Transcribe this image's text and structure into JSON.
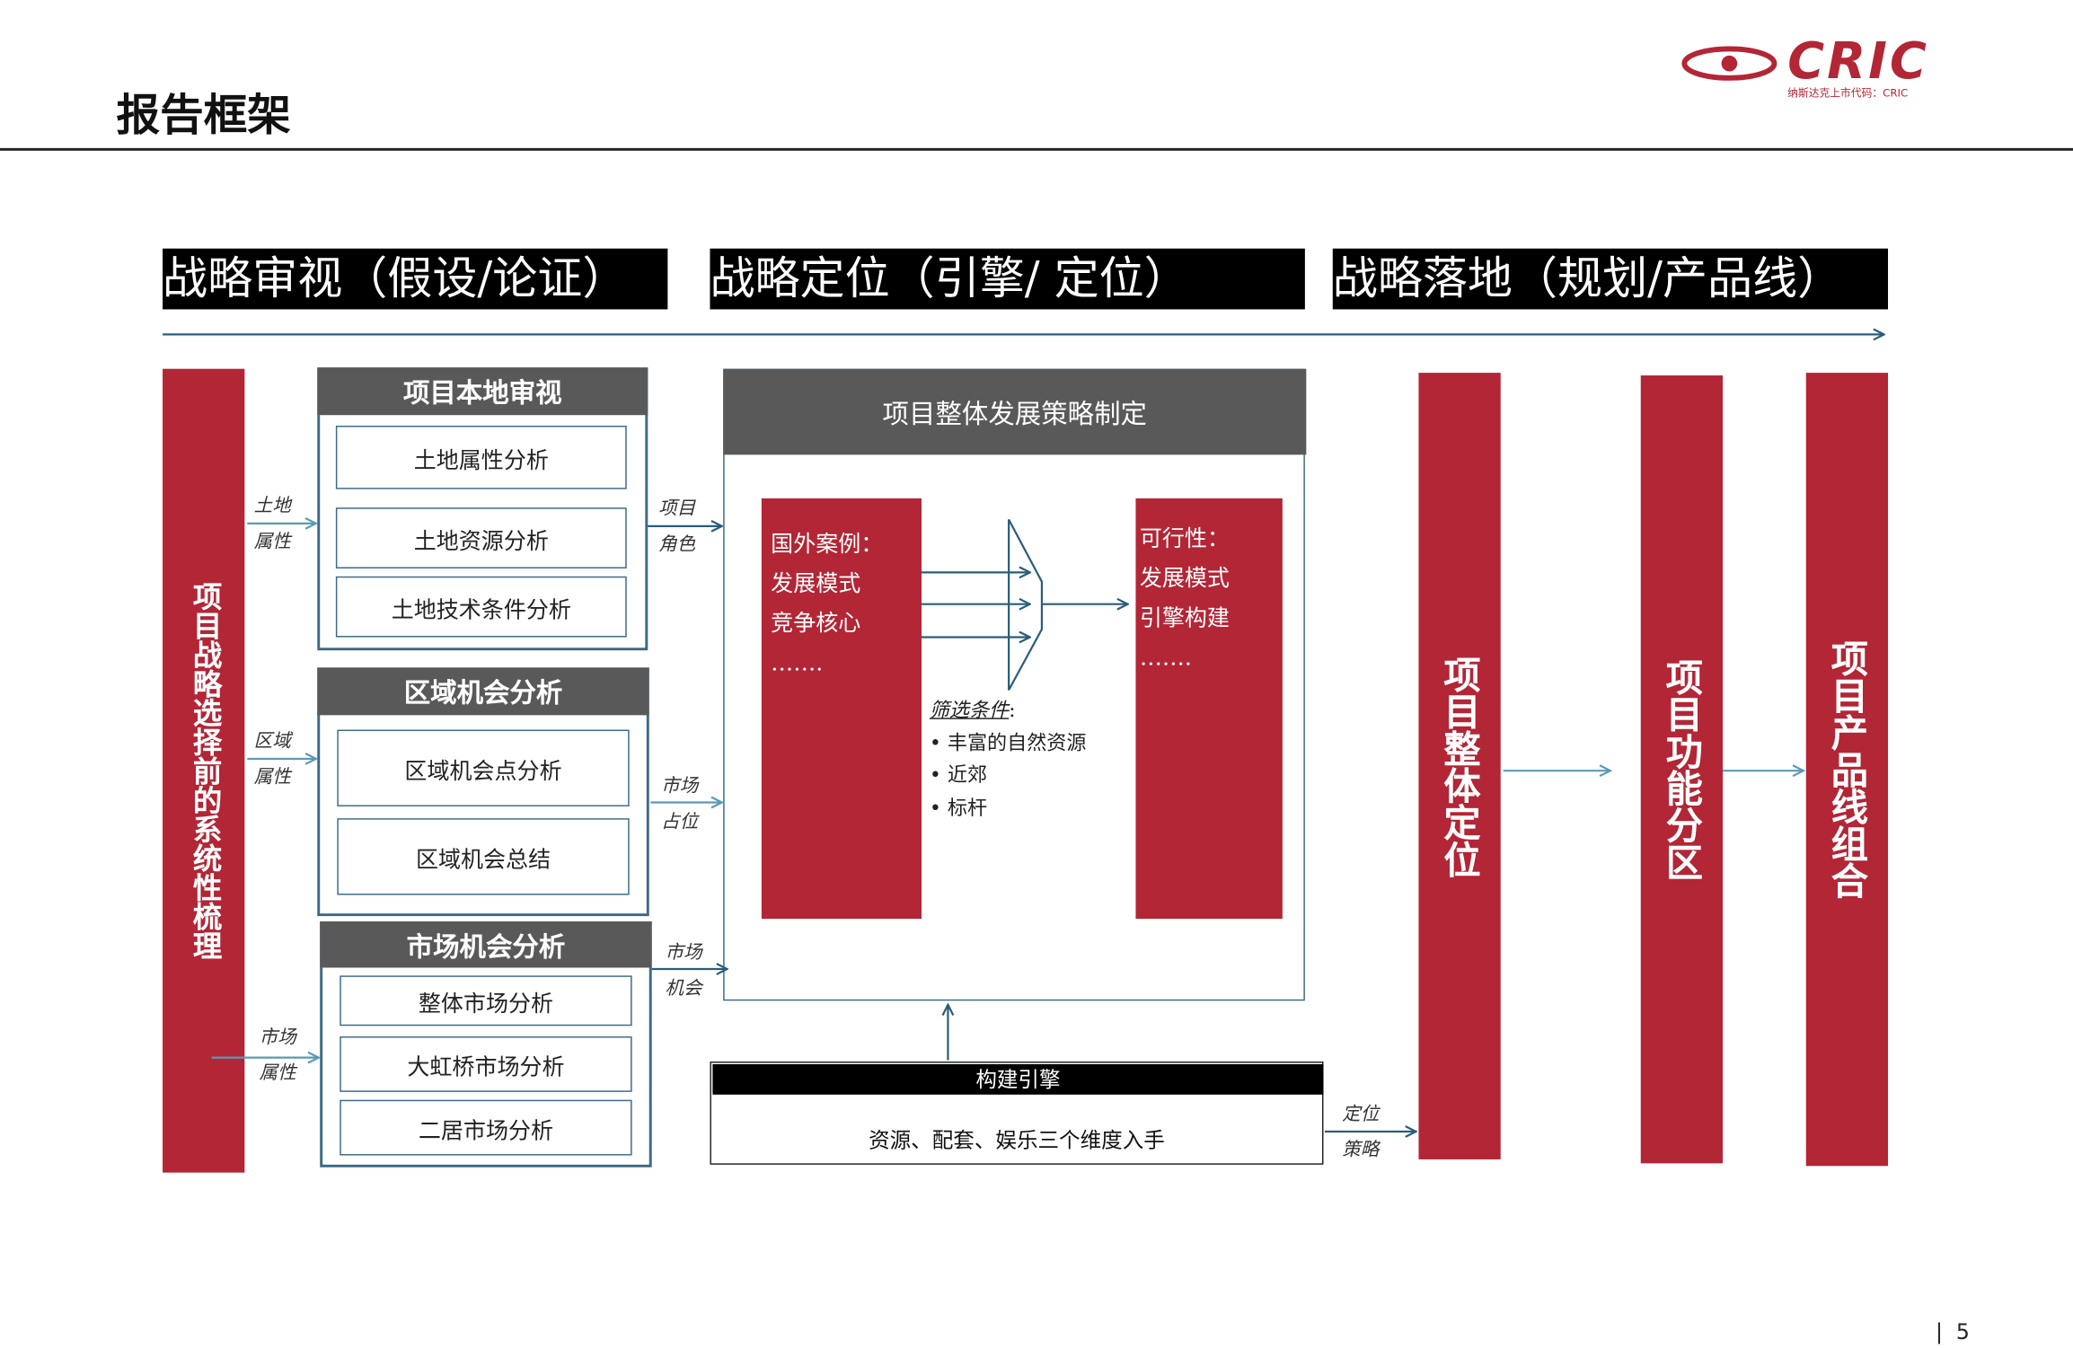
{
  "header": {
    "title": "报告框架",
    "logo_text": "CRIC",
    "logo_subtext": "纳斯达克上市代码：CRIC"
  },
  "phases": [
    "战略审视（假设/论证）",
    "战略定位（引擎/ 定位）",
    "战略落地（规划/产品线）"
  ],
  "left_bar": "项目战略选择前的系统性梳理",
  "groups": [
    {
      "title": "项目本地审视",
      "items": [
        "土地属性分析",
        "土地资源分析",
        "土地技术条件分析"
      ]
    },
    {
      "title": "区域机会分析",
      "items": [
        "区域机会点分析",
        "区域机会总结"
      ]
    },
    {
      "title": "市场机会分析",
      "items": [
        "整体市场分析",
        "大虹桥市场分析",
        "二居市场分析"
      ]
    }
  ],
  "input_labels": [
    {
      "l1": "土地",
      "l2": "属性"
    },
    {
      "l1": "区域",
      "l2": "属性"
    },
    {
      "l1": "市场",
      "l2": "属性"
    }
  ],
  "output_labels": [
    {
      "l1": "项目",
      "l2": "角色"
    },
    {
      "l1": "市场",
      "l2": "占位"
    },
    {
      "l1": "市场",
      "l2": "机会"
    }
  ],
  "strategy": {
    "title": "项目整体发展策略制定",
    "left_box": [
      "国外案例：",
      "发展模式",
      "竞争核心",
      "……."
    ],
    "right_box": [
      "可行性：",
      "发展模式",
      "引擎构建",
      "……."
    ],
    "filter_title": "筛选条件",
    "filter_items": [
      "丰富的自然资源",
      "近郊",
      "标杆"
    ]
  },
  "engine": {
    "title": "构建引擎",
    "body": "资源、配套、娱乐三个维度入手"
  },
  "positioning_label": {
    "l1": "定位",
    "l2": "策略"
  },
  "right_bars": [
    "项目整体定位",
    "项目功能分区",
    "项目产品线组合"
  ],
  "page_number": "5",
  "colors": {
    "red": "#b22636",
    "gray": "#595959",
    "arrow": "#2b5d78"
  }
}
